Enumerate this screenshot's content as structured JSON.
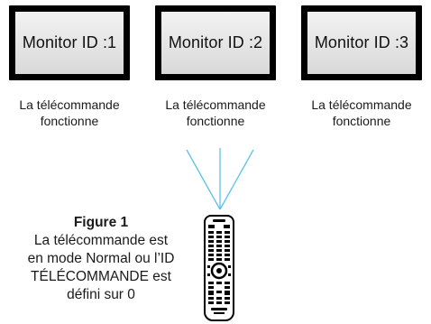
{
  "monitors": [
    {
      "label": "Monitor ID :1",
      "caption_line1": "La télécommande",
      "caption_line2": "fonctionne"
    },
    {
      "label": "Monitor ID :2",
      "caption_line1": "La télécommande",
      "caption_line2": "fonctionne"
    },
    {
      "label": "Monitor ID :3",
      "caption_line1": "La télécommande",
      "caption_line2": "fonctionne"
    }
  ],
  "figure": {
    "title": "Figure 1",
    "line1": "La télécommande est",
    "line2": "en mode Normal ou l’ID",
    "line3": "TÉLÉCOMMANDE est",
    "line4": "défini sur 0"
  },
  "icons": {
    "remote": "remote-control-icon",
    "signal": "ir-signal-beams-icon"
  },
  "colors": {
    "beam": "#5ec2e8",
    "screen": "#e6e6e6",
    "bezel": "#000000"
  }
}
